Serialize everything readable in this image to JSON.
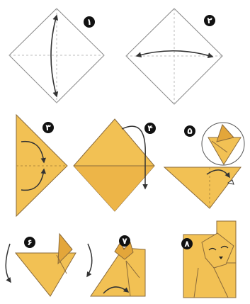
{
  "diagram": {
    "colors": {
      "paper_yellow": "#F2C154",
      "paper_shade": "#E3A63A",
      "outline": "#8A6A3A",
      "crease": "#B7B7B7",
      "badge": "#111111",
      "arrow": "#333333",
      "white": "#FFFFFF"
    },
    "steps": [
      {
        "badge": "۱"
      },
      {
        "badge": "۲"
      },
      {
        "badge": "۳"
      },
      {
        "badge": "۴"
      },
      {
        "badge": "۵"
      },
      {
        "badge": "۶"
      },
      {
        "badge": "۷"
      },
      {
        "badge": "۸"
      }
    ]
  }
}
